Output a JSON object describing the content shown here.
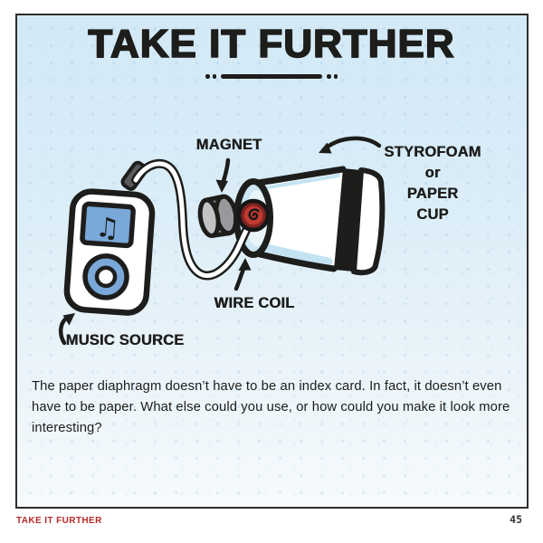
{
  "header": {
    "title": "TAKE IT FURTHER"
  },
  "diagram": {
    "labels": {
      "magnet": "MAGNET",
      "cup": [
        "STYROFOAM",
        "or",
        "PAPER",
        "CUP"
      ],
      "wire_coil": "WIRE COIL",
      "music_source": "MUSIC SOURCE"
    },
    "music_note_glyph": "♫"
  },
  "body": {
    "lines": [
      "The paper diaphragm doesn’t have to be an index card. In fact, it doesn’t even",
      "have to be paper. What else could you use, or how could you make it look more",
      "interesting?"
    ]
  },
  "footer": {
    "label": "TAKE IT FURTHER",
    "page_number": "45"
  },
  "colors": {
    "ink": "#1d1d1b",
    "panel_blue": "#d5eaf7",
    "player_blue": "#79a8d9",
    "cup_interior_blue": "#cde8f5",
    "magnet_gray": "#97999c",
    "coil_red": "#c03a32",
    "footer_red": "#b5292c"
  }
}
